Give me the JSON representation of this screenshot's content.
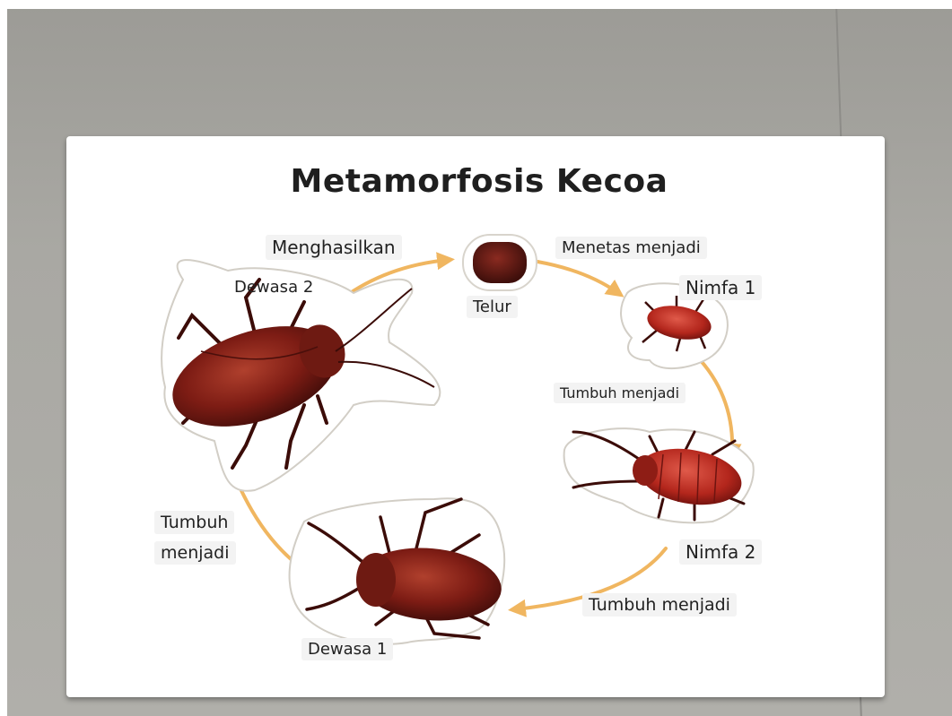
{
  "poster": {
    "title": "Metamorfosis Kecoa",
    "stages": {
      "egg": "Telur",
      "nymph1": "Nimfa 1",
      "nymph2": "Nimfa 2",
      "adult1": "Dewasa 1",
      "adult2": "Dewasa 2"
    },
    "transitions": {
      "produce": "Menghasilkan",
      "hatch": "Menetas menjadi",
      "grow1": "Tumbuh menjadi",
      "grow2": "Tumbuh menjadi",
      "grow3_line1": "Tumbuh",
      "grow3_line2": "menjadi"
    }
  },
  "colors": {
    "arrow": "#f0b660",
    "insect_dark": "#5a1410",
    "insect_body": "#8e2317",
    "nymph_body": "#b8281f",
    "egg": "#5c1a14"
  }
}
